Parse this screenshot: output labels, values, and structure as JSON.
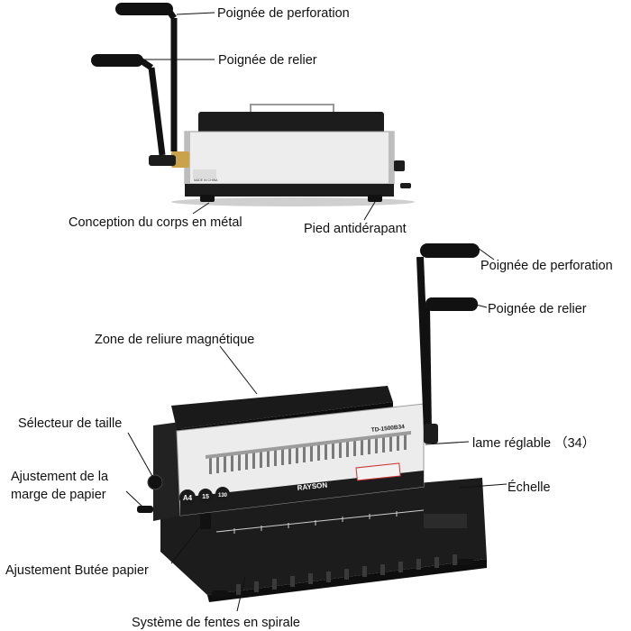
{
  "top_machine": {
    "labels": {
      "punch_handle": "Poignée de perforation",
      "binding_handle": "Poignée de relier",
      "metal_body": "Conception du corps en métal",
      "antislip_foot": "Pied antidérapant"
    },
    "plate_text": "MADE IN CHINA"
  },
  "bottom_machine": {
    "labels": {
      "punch_handle": "Poignée de perforation",
      "binding_handle": "Poignée de relier",
      "magnetic_zone": "Zone de reliure magnétique",
      "size_selector": "Sélecteur de taille",
      "margin_adjust_1": "Ajustement de la",
      "margin_adjust_2": "marge de papier",
      "adjustable_blade": "lame réglable （34）",
      "scale": "Échelle",
      "paper_stop": "Ajustement Butée papier",
      "spiral_slots": "Système de fentes en spirale"
    },
    "brand": "RAYSON",
    "model": "TD-1500B34",
    "badges": [
      "A4",
      "15",
      "130"
    ]
  },
  "colors": {
    "body_dark": "#1c1c1c",
    "panel": "#ededed",
    "handle": "#111111",
    "leader": "#111111"
  }
}
